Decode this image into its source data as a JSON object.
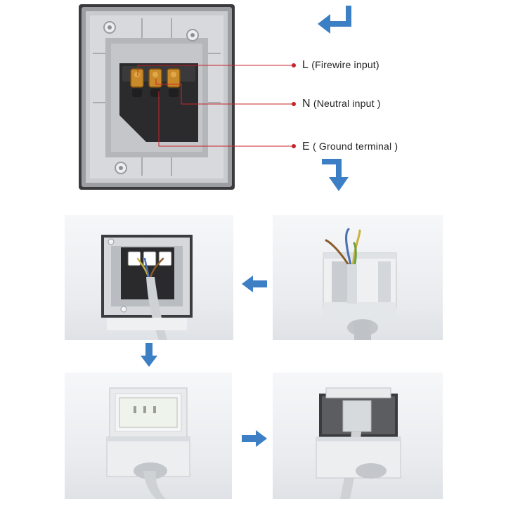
{
  "terminals": [
    {
      "code": "L",
      "open": " (",
      "desc": "Firewire input",
      "close": ")"
    },
    {
      "code": "N",
      "open": " (",
      "desc": "Neutral input",
      "close": " )"
    },
    {
      "code": "E",
      "open": " ( ",
      "desc": "Ground terminal",
      "close": " )"
    }
  ],
  "colors": {
    "arrow": "#3d7fc4",
    "leader": "#c8242b",
    "housing": "#d7d9dc",
    "frame": "#3a3a3c",
    "cable": "#cfd2d5"
  },
  "icons": {
    "arrow": "bent-arrow-icon",
    "small_arrow": "block-arrow-icon"
  }
}
